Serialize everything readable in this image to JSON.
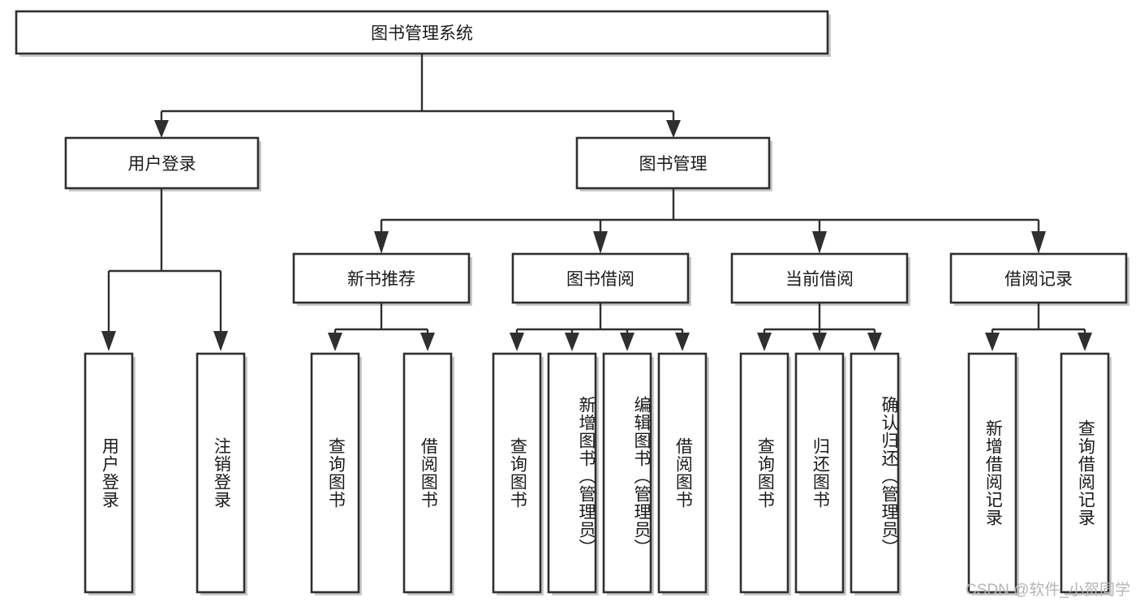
{
  "diagram": {
    "type": "tree",
    "title": "图书管理系统",
    "watermark": "CSDN @软件_小贺同学",
    "colors": {
      "box_stroke": "#2f2f2f",
      "box_fill": "#ffffff",
      "connector": "#2f2f2f",
      "background": "#ffffff",
      "watermark": "#b5b5b5"
    },
    "levels": {
      "root": {
        "label": "图书管理系统"
      },
      "level1": [
        {
          "label": "用户登录"
        },
        {
          "label": "图书管理"
        }
      ],
      "level2": [
        {
          "label": "新书推荐"
        },
        {
          "label": "图书借阅"
        },
        {
          "label": "当前借阅"
        },
        {
          "label": "借阅记录"
        }
      ],
      "leaves": {
        "user_login": [
          {
            "label": "用户登录"
          },
          {
            "label": "注销登录"
          }
        ],
        "new_book_recommend": [
          {
            "label": "查询图书"
          },
          {
            "label": "借阅图书"
          }
        ],
        "book_borrow": [
          {
            "label": "查询图书"
          },
          {
            "label": "新增图书（管理员）"
          },
          {
            "label": "编辑图书（管理员）"
          },
          {
            "label": "借阅图书"
          }
        ],
        "current_borrow": [
          {
            "label": "查询图书"
          },
          {
            "label": "归还图书"
          },
          {
            "label": "确认归还（管理员）"
          }
        ],
        "borrow_record": [
          {
            "label": "新增借阅记录"
          },
          {
            "label": "查询借阅记录"
          }
        ]
      }
    }
  }
}
